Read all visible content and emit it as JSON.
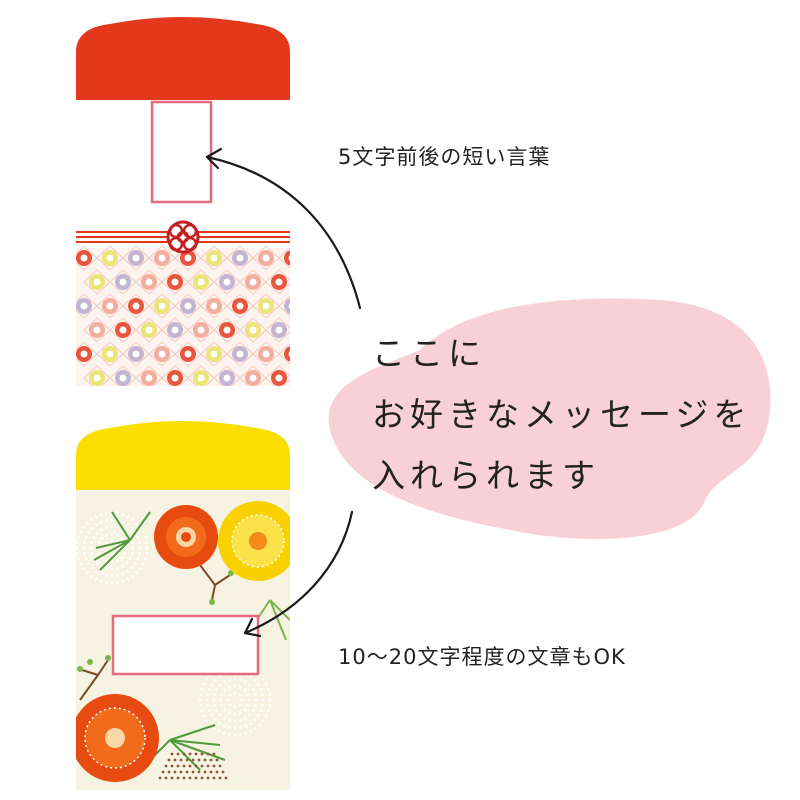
{
  "callouts": {
    "short_message": "5文字前後の短い言葉",
    "long_message": "10〜20文字程度の文章もOK"
  },
  "bubble": {
    "lines": [
      "ここに",
      "お好きなメッセージを",
      "入れられます"
    ]
  },
  "colors": {
    "red_flap": "#e3381c",
    "yellow_flap": "#fadf00",
    "message_box_border": "#e86a7e",
    "bubble_fill": "#f8d0d8",
    "cream_background": "#f7f3e3"
  }
}
